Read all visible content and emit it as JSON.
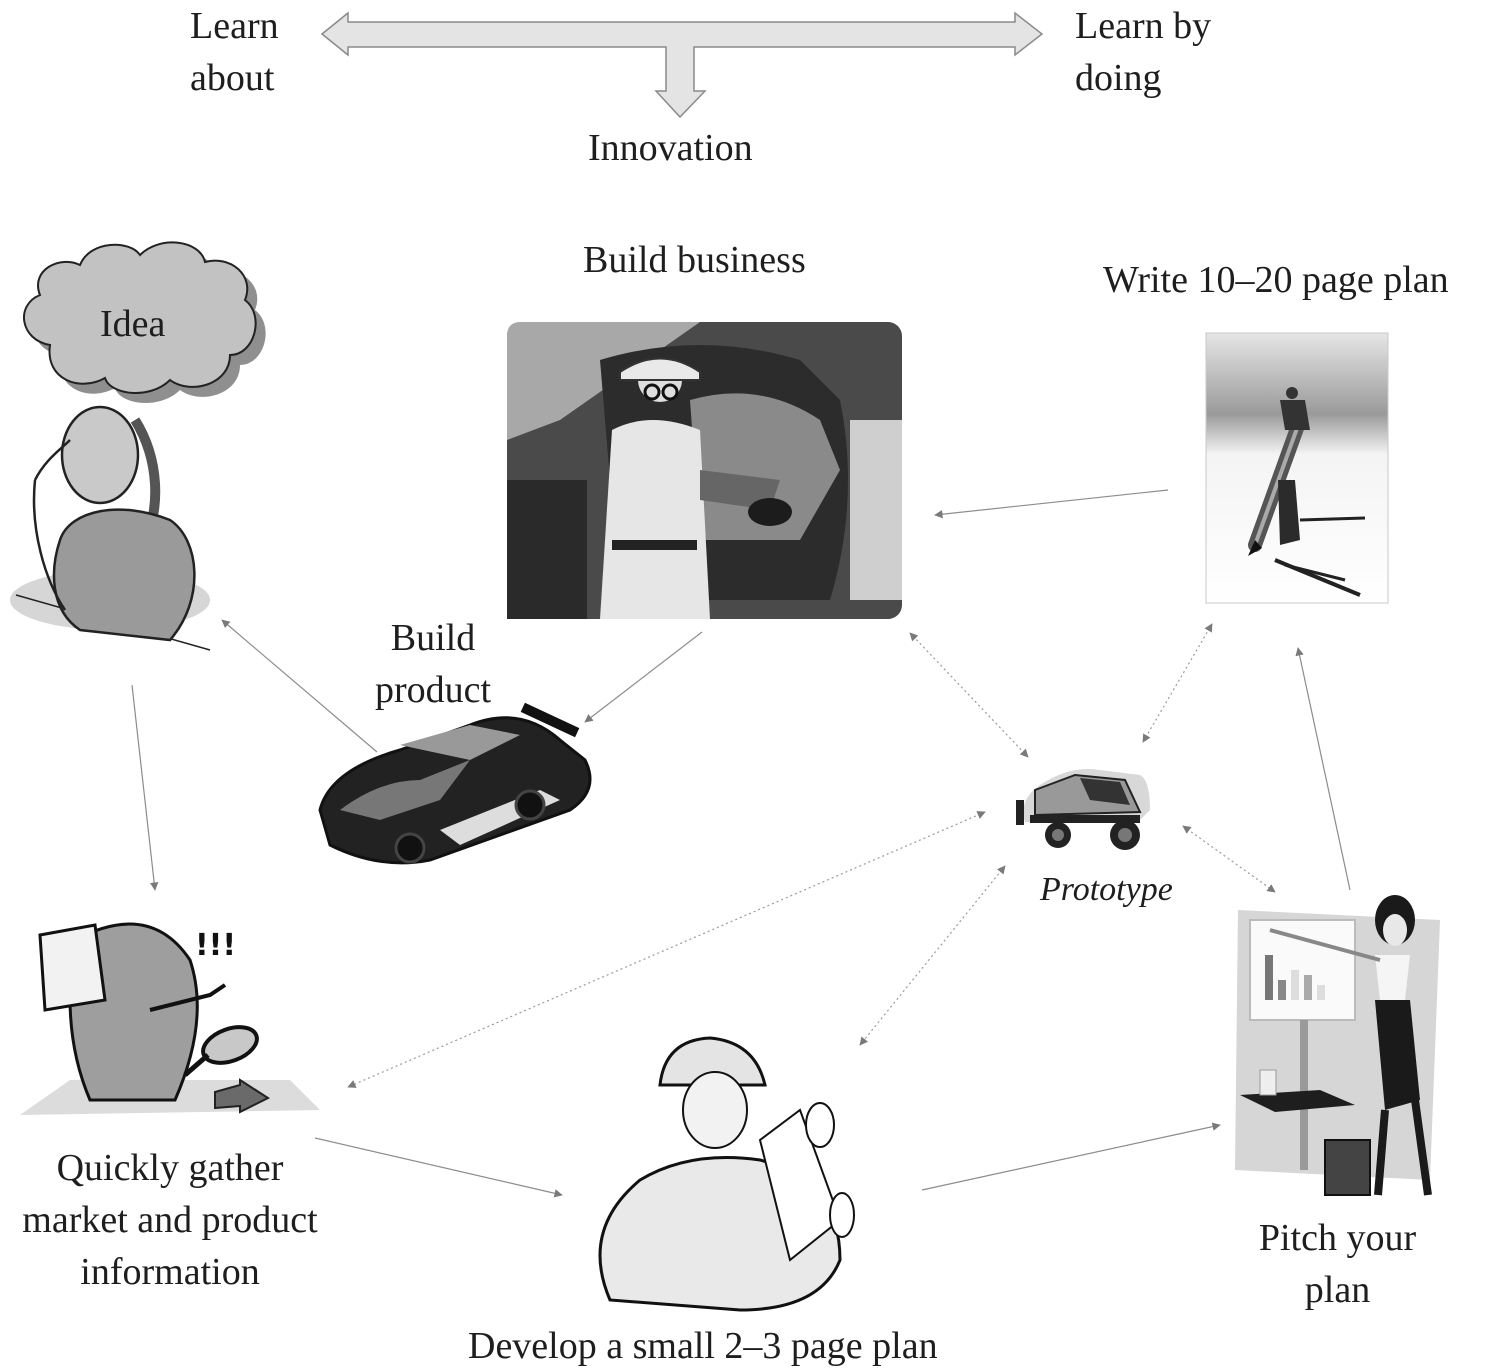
{
  "header": {
    "left_label": [
      "Learn",
      "about"
    ],
    "right_label": [
      "Learn by",
      "doing"
    ],
    "bottom_label": "Innovation"
  },
  "nodes": {
    "idea": {
      "label": "Idea",
      "illustration": "thinking-woman-icon"
    },
    "build_business": {
      "label": "Build business",
      "illustration": "factory-worker-icon"
    },
    "write_plan": {
      "label": "Write 10–20 page plan",
      "illustration": "giant-pencil-icon"
    },
    "build_product": {
      "label": [
        "Build",
        "product"
      ],
      "illustration": "race-car-icon"
    },
    "prototype": {
      "label": "Prototype",
      "illustration": "toy-truck-icon"
    },
    "gather_info": {
      "label": [
        "Quickly gather",
        "market and product",
        "information"
      ],
      "illustration": "magnifying-glass-researcher-icon"
    },
    "small_plan": {
      "label": "Develop a small 2–3 page plan",
      "illustration": "engineer-with-blueprints-icon"
    },
    "pitch": {
      "label": [
        "Pitch your",
        "plan"
      ],
      "illustration": "presenter-with-chart-icon"
    }
  },
  "edges": [
    {
      "from": "idea",
      "to": "gather_info",
      "style": "solid"
    },
    {
      "from": "gather_info",
      "to": "small_plan",
      "style": "solid"
    },
    {
      "from": "small_plan",
      "to": "pitch",
      "style": "solid"
    },
    {
      "from": "pitch",
      "to": "write_plan",
      "style": "solid"
    },
    {
      "from": "write_plan",
      "to": "build_business",
      "style": "solid"
    },
    {
      "from": "build_business",
      "to": "build_product",
      "style": "solid"
    },
    {
      "from": "build_product",
      "to": "idea",
      "style": "solid"
    },
    {
      "from": "prototype",
      "to": "build_business",
      "style": "dotted",
      "bidirectional": true
    },
    {
      "from": "prototype",
      "to": "write_plan",
      "style": "dotted",
      "bidirectional": true
    },
    {
      "from": "prototype",
      "to": "pitch",
      "style": "dotted",
      "bidirectional": true
    },
    {
      "from": "prototype",
      "to": "small_plan",
      "style": "dotted",
      "bidirectional": true
    },
    {
      "from": "prototype",
      "to": "gather_info",
      "style": "dotted",
      "bidirectional": true
    }
  ],
  "colors": {
    "arrow_head": "#7a7a7a",
    "arrow_line": "#8c8c8c",
    "banner_fill": "#e4e4e4",
    "cloud_fill": "#bdbdbd",
    "text": "#1e1e1e"
  }
}
